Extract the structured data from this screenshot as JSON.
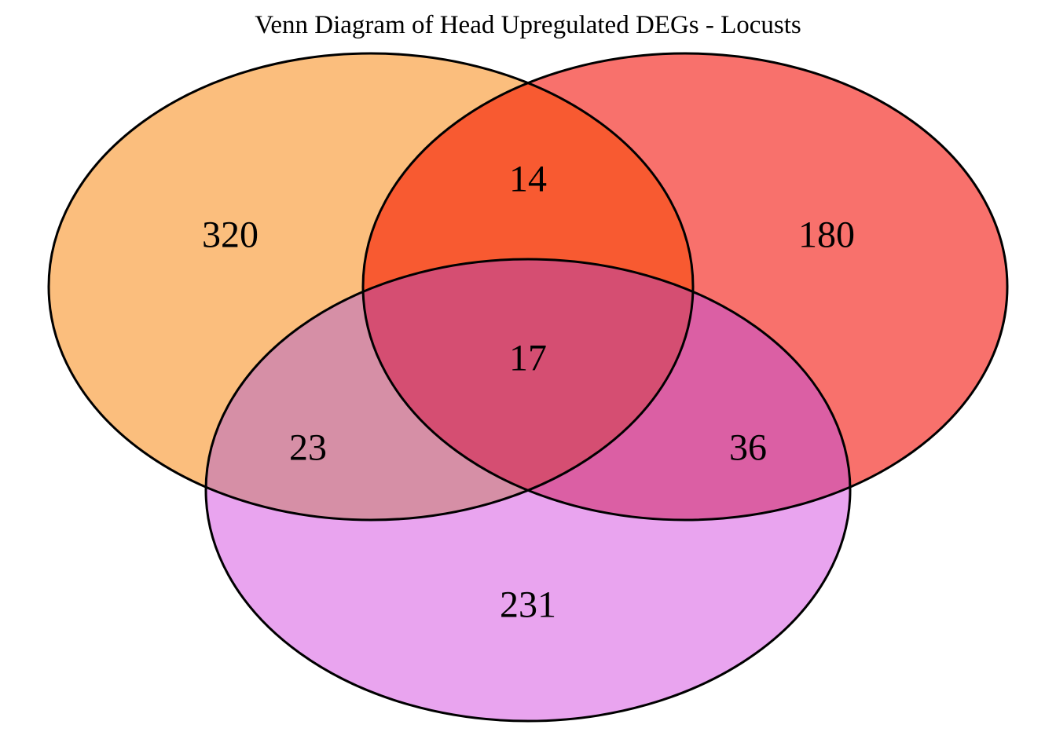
{
  "title": "Venn Diagram of Head Upregulated DEGs - Locusts",
  "chart_data": {
    "type": "venn",
    "title": "Venn Diagram of Head Upregulated DEGs - Locusts",
    "circles": [
      "left",
      "right",
      "bottom"
    ],
    "region_values": {
      "left_only": 320,
      "right_only": 180,
      "bottom_only": 231,
      "left_right": 14,
      "left_bottom": 23,
      "right_bottom": 36,
      "center": 17
    }
  },
  "colors": {
    "left": "#FBBE7D",
    "right": "#F8716C",
    "bottom": "#E9A4EF",
    "overlap_left_right": "#F85A31",
    "overlap_left_bottom": "#D68FA6",
    "overlap_right_bottom": "#DB5FA4",
    "overlap_center": "#D54E72",
    "outline": "#000000",
    "text": "#000000"
  }
}
